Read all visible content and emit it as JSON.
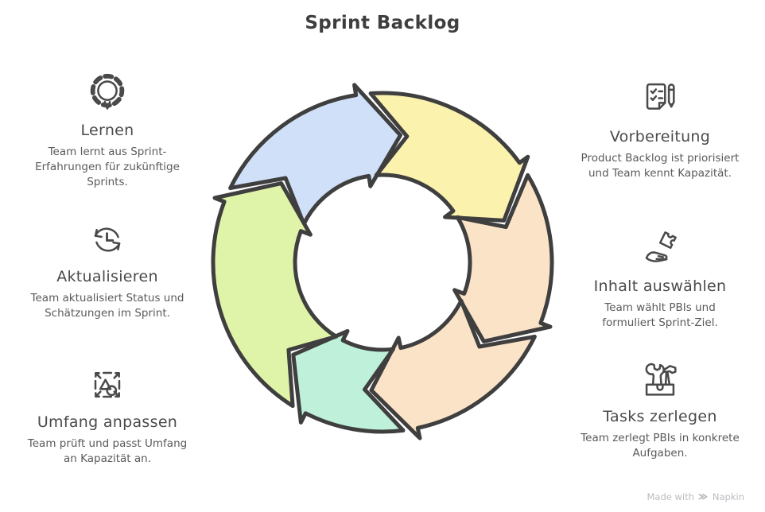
{
  "title": "Sprint Backlog",
  "left_items": [
    {
      "icon": "gear-lightbulb",
      "heading": "Lernen",
      "body": "Team lernt aus Sprint-Erfahrungen für zukünftige Sprints."
    },
    {
      "icon": "refresh-clock",
      "heading": "Aktualisieren",
      "body": "Team aktualisiert Status und Schätzungen im Sprint."
    },
    {
      "icon": "resize-shapes",
      "heading": "Umfang anpassen",
      "body": "Team prüft und passt Umfang an Kapazität an."
    }
  ],
  "right_items": [
    {
      "icon": "checklist-pen",
      "heading": "Vorbereitung",
      "body": "Product Backlog ist priorisiert und Team kennt Kapazität."
    },
    {
      "icon": "hand-puzzle",
      "heading": "Inhalt auswählen",
      "body": "Team wählt PBIs und formuliert Sprint-Ziel."
    },
    {
      "icon": "toolbox",
      "heading": "Tasks zerlegen",
      "body": "Team zerlegt PBIs in konkrete Aufgaben."
    }
  ],
  "cycle": {
    "direction": "clockwise",
    "outline_color": "#3f3f3f",
    "stroke_width": 5,
    "arrows": [
      {
        "name": "blue",
        "color": "#cfe0f8",
        "start": -64,
        "end": -9
      },
      {
        "name": "yellow",
        "color": "#fbf2ad",
        "start": -4,
        "end": 54
      },
      {
        "name": "peach-upper",
        "color": "#fbe3c7",
        "start": 59,
        "end": 111
      },
      {
        "name": "peach-lower",
        "color": "#fbe3c7",
        "start": 116,
        "end": 168
      },
      {
        "name": "mint",
        "color": "#bff1da",
        "start": 173,
        "end": 207
      },
      {
        "name": "green",
        "color": "#e0f4a9",
        "start": 212,
        "end": 291
      }
    ]
  },
  "palette": {
    "title": "#3e3e3e",
    "heading": "#4a4a4a",
    "body": "#5a5a5a",
    "icon_stroke": "#4a4a4a",
    "watermark": "#b9bcc0"
  },
  "watermark": {
    "prefix": "Made with",
    "brand": "Napkin"
  }
}
